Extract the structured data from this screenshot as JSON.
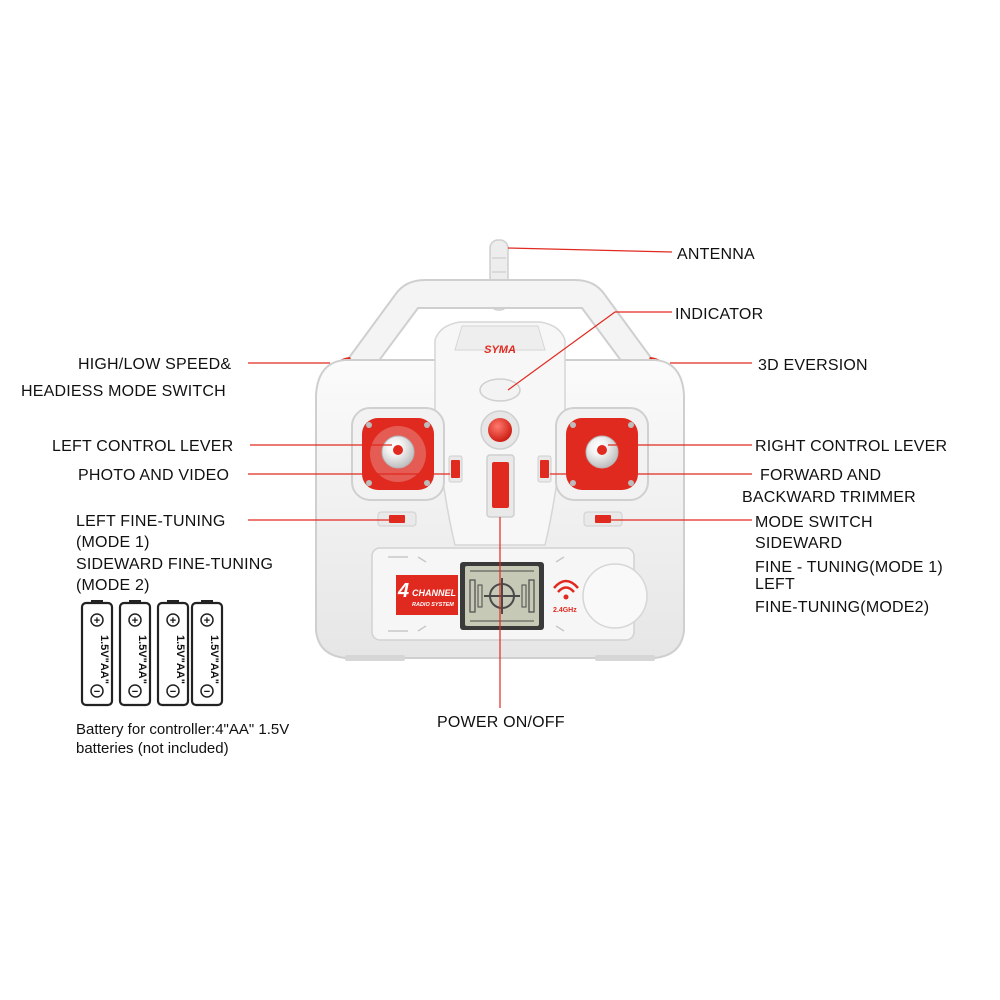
{
  "labels": {
    "antenna": "ANTENNA",
    "indicator": "INDICATOR",
    "speed_switch_1": "HIGH/LOW SPEED&",
    "speed_switch_2": "HEADIESS MODE SWITCH",
    "eversion_3d": "3D EVERSION",
    "left_lever": "LEFT CONTROL LEVER",
    "right_lever": "RIGHT CONTROL LEVER",
    "photo_video": "PHOTO  AND VIDEO",
    "forward_trim_1": "FORWARD AND",
    "forward_trim_2": "BACKWARD TRIMMER",
    "left_fine_1": "LEFT FINE-TUNING",
    "left_fine_2": "(MODE 1)",
    "left_fine_3": "SIDEWARD FINE-TUNING",
    "left_fine_4": "(MODE 2)",
    "mode_switch_1": "MODE SWITCH",
    "mode_switch_2": "SIDEWARD",
    "mode_switch_3": "FINE - TUNING(MODE 1)",
    "mode_switch_4": "LEFT",
    "mode_switch_5": "FINE-TUNING(MODE2)",
    "power": "POWER ON/OFF"
  },
  "battery_note": {
    "line1": "Battery for controller:4\"AA\" 1.5V",
    "line2": "batteries (not included)"
  },
  "battery_label": "1.5V\"AA\"",
  "battery_plus": "+",
  "battery_minus": "−",
  "controller": {
    "brand": "SYMA",
    "channel_number": "4",
    "channel_word": "CHANNEL",
    "channel_sub": "RADIO SYSTEM",
    "band": "2.4GHz"
  },
  "colors": {
    "accent": "#e12a1f",
    "body": "#f4f4f4",
    "outline": "#d0d0d0"
  }
}
